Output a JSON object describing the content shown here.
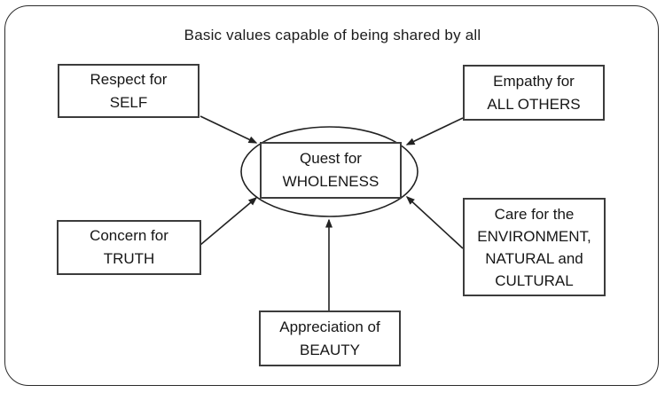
{
  "diagram": {
    "title": "Basic values capable of being shared by all",
    "center": {
      "id": "quest-for-wholeness",
      "line1": "Quest for",
      "line2": "WHOLENESS"
    },
    "nodes": {
      "respect": {
        "line1": "Respect for",
        "line2": "SELF"
      },
      "empathy": {
        "line1": "Empathy for",
        "line2": "ALL OTHERS"
      },
      "truth": {
        "line1": "Concern for",
        "line2": "TRUTH"
      },
      "environment": {
        "line1": "Care for the",
        "line2": "ENVIRONMENT,",
        "line3": "NATURAL and",
        "line4": "CULTURAL"
      },
      "beauty": {
        "line1": "Appreciation of",
        "line2": "BEAUTY"
      }
    },
    "connections": [
      {
        "from": "respect",
        "to": "quest-for-wholeness"
      },
      {
        "from": "empathy",
        "to": "quest-for-wholeness"
      },
      {
        "from": "truth",
        "to": "quest-for-wholeness"
      },
      {
        "from": "environment",
        "to": "quest-for-wholeness"
      },
      {
        "from": "beauty",
        "to": "quest-for-wholeness"
      }
    ],
    "colors": {
      "background": "#ffffff",
      "line": "#222222",
      "box_border": "#3c3c3c",
      "text": "#161616"
    }
  }
}
